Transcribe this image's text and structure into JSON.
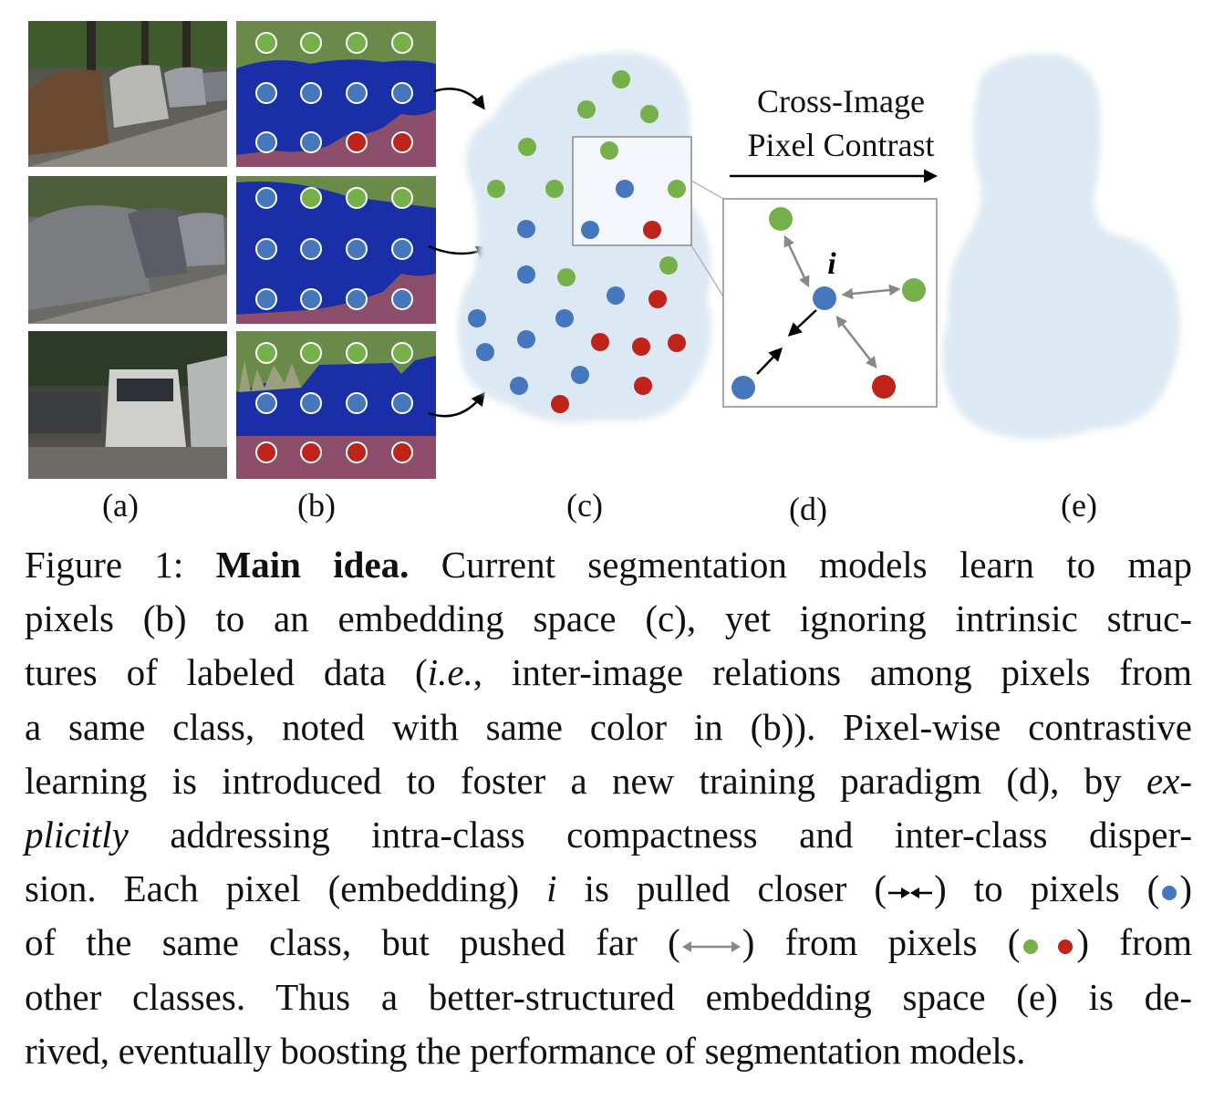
{
  "colors": {
    "green": "#76b04a",
    "blue": "#4677bd",
    "red": "#be2419",
    "cloud": "#dce8f3",
    "mask_blue": "#1a2ea8",
    "mask_red": "#8c4e6a",
    "mask_green": "#6a8a4a",
    "arrow_gray": "#888888"
  },
  "panels": {
    "a": "(a)",
    "b": "(b)",
    "c": "(c)",
    "d": "(d)",
    "e": "(e)"
  },
  "arrow_label": {
    "line1": "Cross-Image",
    "line2": "Pixel Contrast"
  },
  "anchor_label": "i",
  "caption": {
    "fig_label": "Figure 1: ",
    "title": "Main idea.",
    "l1": " Current segmentation models learn to map",
    "l2": "pixels (b) to an embedding space (c), yet ignoring intrinsic struc-",
    "l3a": "tures of labeled data (",
    "l3b": "i.e.",
    "l3c": ", inter-image relations among pixels from",
    "l4": "a same class, noted with same color in (b)). Pixel-wise contrastive",
    "l5a": "learning is introduced to foster a new training paradigm (d), by ",
    "l5b": "ex-",
    "l6a": "plicitly",
    "l6b": " addressing intra-class compactness and inter-class disper-",
    "l7a": "sion. Each pixel (embedding) ",
    "l7b": "i",
    "l7c": " is pulled closer (",
    "l7d": ") to pixels (",
    "l7e": ")",
    "l8a": "of the same class, but pushed far (",
    "l8b": ") from pixels (",
    "l8c": ") from",
    "l9": "other classes. Thus a better-structured embedding space (e) is de-",
    "l10": "rived, eventually boosting the performance of segmentation models."
  }
}
